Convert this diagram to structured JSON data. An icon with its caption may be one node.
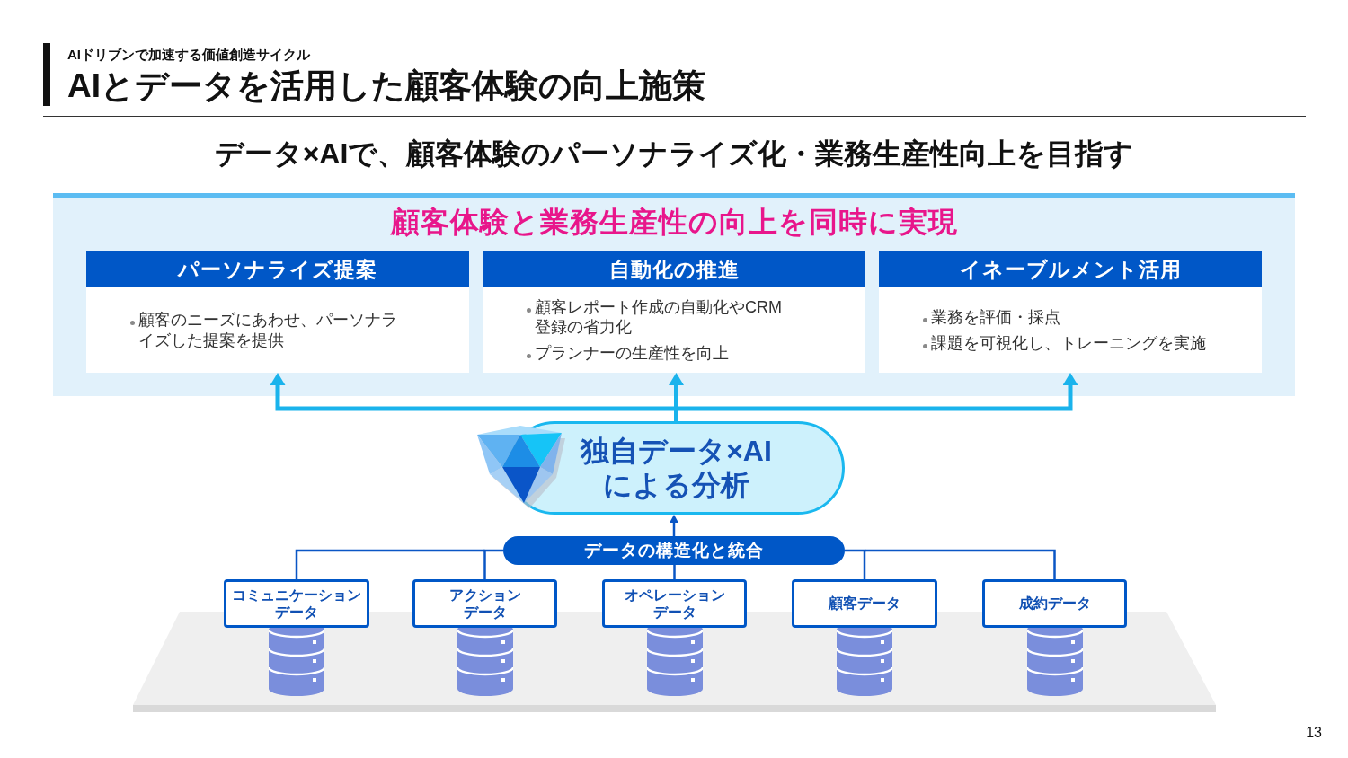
{
  "diagram": {
    "title": "AIとデータを活用した顧客体験の向上施策",
    "nodes": [
      {
        "text": [
          "顧客体験と業務生産性の向上を同時に実現"
        ]
      },
      {
        "text": [
          "パーソナライズ提案",
          "顧客のニーズにあわせ、パーソナライズした提案を提供"
        ],
        "in": 0
      },
      {
        "text": [
          "自動化の推進",
          "顧客レポート作成の自動化やCRM登録の省力化",
          "プランナーの生産性を向上"
        ],
        "in": 0
      },
      {
        "text": [
          "イネーブルメント活用",
          "業務を評価・採点",
          "課題を可視化し、トレーニングを実施"
        ],
        "in": 0
      },
      {
        "text": [
          "独自データ×AIによる分析"
        ]
      },
      {
        "text": [
          "データの構造化と統合"
        ]
      },
      {
        "text": [
          "コミュニケーションデータ"
        ]
      },
      {
        "text": [
          "アクションデータ"
        ]
      },
      {
        "text": [
          "オペレーションデータ"
        ]
      },
      {
        "text": [
          "顧客データ"
        ]
      },
      {
        "text": [
          "成約データ"
        ]
      }
    ],
    "edges": [
      {
        "from": 4,
        "to": 1,
        "arrow": "to",
        "style": "thick",
        "color": "#1ab3ec"
      },
      {
        "from": 4,
        "to": 2,
        "arrow": "to",
        "style": "thick",
        "color": "#1ab3ec"
      },
      {
        "from": 4,
        "to": 3,
        "arrow": "to",
        "style": "thick",
        "color": "#1ab3ec"
      },
      {
        "from": 5,
        "to": 4,
        "arrow": "to"
      },
      {
        "from": 6,
        "to": 5,
        "arrow": "none"
      },
      {
        "from": 7,
        "to": 5,
        "arrow": "none"
      },
      {
        "from": 8,
        "to": 5,
        "arrow": "none"
      },
      {
        "from": 9,
        "to": 5,
        "arrow": "none"
      },
      {
        "from": 10,
        "to": 5,
        "arrow": "none"
      }
    ],
    "labels": [
      "AIドリブンで加速する価値創造サイクル",
      "データ×AIで、顧客体験のパーソナライズ化・業務生産性向上を目指す",
      "13"
    ]
  }
}
